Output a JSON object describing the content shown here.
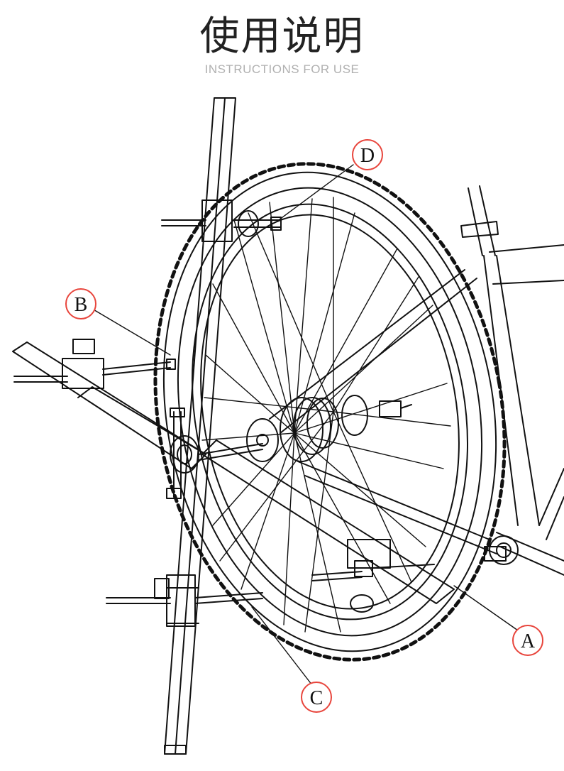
{
  "header": {
    "title_cn": "使用说明",
    "title_en": "INSTRUCTIONS FOR USE"
  },
  "callouts": {
    "a": "A",
    "b": "B",
    "c": "C",
    "d": "D"
  },
  "colors": {
    "line": "#111111",
    "callout_ring": "#e8453c",
    "subtitle": "#b0b0b0"
  }
}
